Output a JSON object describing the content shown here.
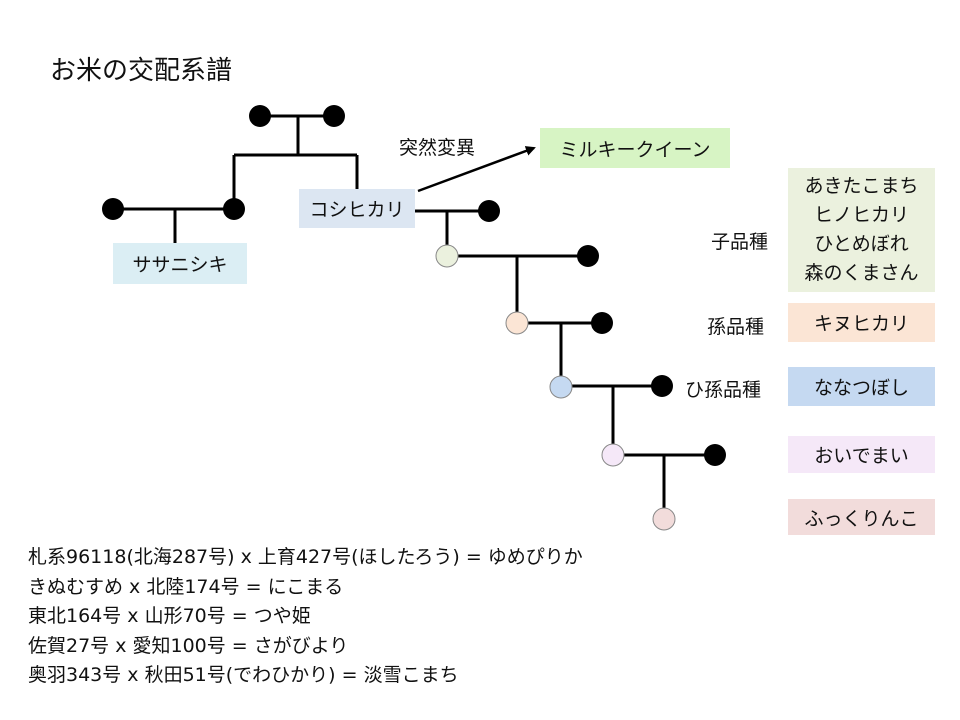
{
  "title": "お米の交配系譜",
  "mutation_label": "突然変異",
  "varieties": {
    "koshihikari": "コシヒカリ",
    "sasanishiki": "ササニシキ",
    "milky_queen": "ミルキークイーン",
    "kinuhikari": "キヌヒカリ",
    "nanatsuboshi": "ななつぼし",
    "oidemai": "おいでまい",
    "fukkurinko": "ふっくりんこ"
  },
  "child_varieties": [
    "あきたこまち",
    "ヒノヒカリ",
    "ひとめぼれ",
    "森のくまさん"
  ],
  "generation_labels": {
    "child": "子品種",
    "grandchild": "孫品種",
    "great_grandchild": "ひ孫品種"
  },
  "crosses": [
    "札系96118(北海287号) x 上育427号(ほしたろう) = ゆめぴりか",
    "きぬむすめ x 北陸174号 = にこまる",
    "東北164号 x 山形70号 = つや姫",
    "佐賀27号 x 愛知100号 = さがびより",
    "奥羽343号 x 秋田51号(でわひかり) = 淡雪こまち"
  ],
  "colors": {
    "node_black": "#000000",
    "node_child": "#ebf1de",
    "node_grandchild": "#fbe5d5",
    "node_great_grandchild": "#c5d9f1",
    "node_oidemai": "#f5e8f8",
    "node_fukkurinko": "#f2dcdb",
    "box_koshihikari": "#dce6f2",
    "box_sasanishiki": "#dbeef4",
    "box_milky_queen": "#d7f4c4"
  }
}
